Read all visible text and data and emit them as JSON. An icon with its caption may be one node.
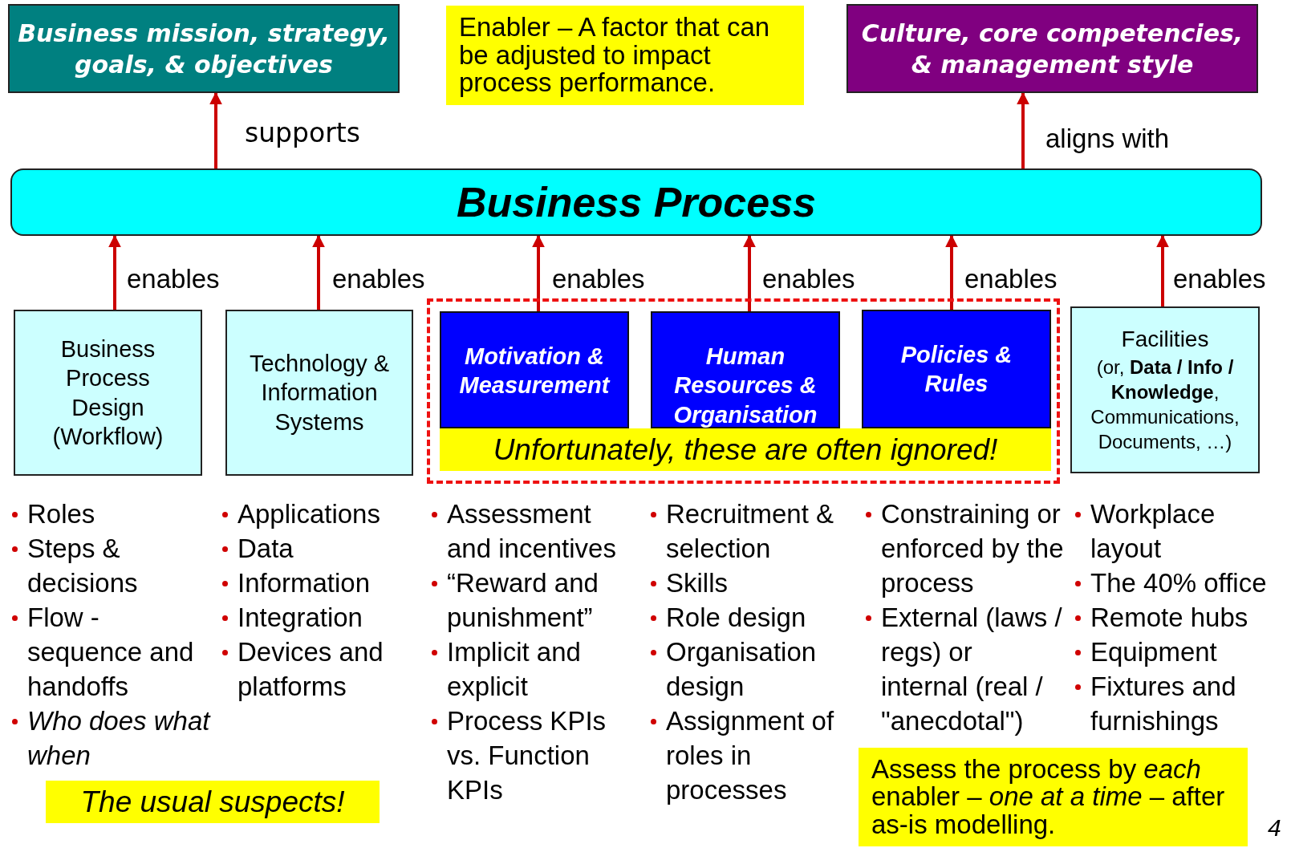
{
  "diagram": {
    "nodes": [
      {
        "text": [
          "Business mission, strategy, goals, & objectives"
        ]
      },
      {
        "text": [
          "Enabler – A factor that can be adjusted to impact process performance."
        ]
      },
      {
        "text": [
          "Culture, core competencies, & management style"
        ]
      },
      {
        "text": [
          "Business Process"
        ]
      },
      {
        "text": [
          "Business Process Design (Workflow)"
        ]
      },
      {
        "text": [
          "Technology & Information Systems"
        ]
      },
      {
        "text": [],
        "shape": "box"
      },
      {
        "text": [
          "Motivation & Measurement"
        ],
        "in": 6
      },
      {
        "text": [
          "Human Resources & Organisation"
        ],
        "in": 6
      },
      {
        "text": [
          "Policies & Rules"
        ],
        "in": 6
      },
      {
        "text": [
          "Unfortunately, these are often ignored!"
        ],
        "in": 6
      },
      {
        "text": [
          "Facilities",
          "(or, **Data / Info / Knowledge**, Communications, Documents, …)"
        ]
      },
      {
        "text": [
          "The usual suspects!"
        ]
      },
      {
        "text": [
          "Assess the process by *each* enabler – *one at a time* – after as-is modelling."
        ]
      }
    ],
    "edges": [
      {
        "from": 3,
        "to": 0,
        "arrow": "to",
        "label": "supports"
      },
      {
        "from": 3,
        "to": 2,
        "arrow": "to",
        "label": "aligns with"
      },
      {
        "from": 4,
        "to": 3,
        "arrow": "to",
        "label": "enables"
      },
      {
        "from": 5,
        "to": 3,
        "arrow": "to",
        "label": "enables"
      },
      {
        "from": 7,
        "to": 3,
        "arrow": "to",
        "label": "enables"
      },
      {
        "from": 8,
        "to": 3,
        "arrow": "to",
        "label": "enables"
      },
      {
        "from": 9,
        "to": 3,
        "arrow": "to",
        "label": "enables"
      },
      {
        "from": 11,
        "to": 3,
        "arrow": "to",
        "label": "enables"
      }
    ],
    "labels": [
      "Roles",
      "Steps & decisions",
      "Flow - sequence and handoffs",
      "Who does what when",
      "Applications",
      "Data",
      "Information",
      "Integration",
      "Devices and platforms",
      "Assessment and incentives",
      "“Reward and punishment”",
      "Implicit and explicit",
      "Process KPIs vs. Function KPIs",
      "Recruitment & selection",
      "Skills",
      "Role design",
      "Organisation design",
      "Assignment of roles in processes",
      "Constraining or enforced by the process",
      "External (laws / regs) or internal (real / \"anecdotal\")",
      "Workplace layout",
      "The 40% office",
      "Remote hubs",
      "Equipment",
      "Fixtures and furnishings",
      "4"
    ]
  }
}
